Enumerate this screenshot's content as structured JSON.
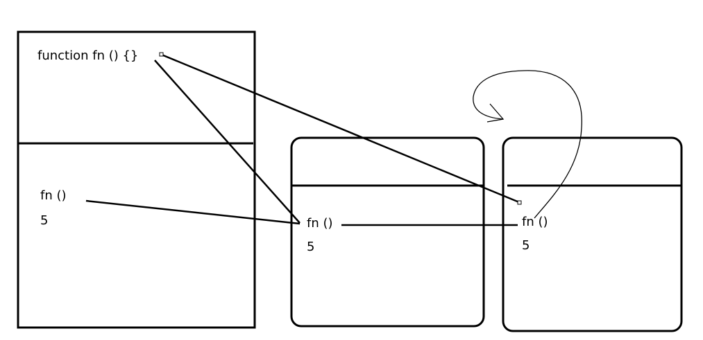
{
  "global_frame": {
    "declaration_text": "function fn  ()  {}",
    "call_text": "fn  ()",
    "value_text": "5"
  },
  "scope_frame_1": {
    "call_text": "fn  ()",
    "value_text": "5"
  },
  "scope_frame_2": {
    "call_text": "fn  ()",
    "value_text": "5"
  },
  "colors": {
    "stroke": "#000000",
    "background": "#ffffff"
  }
}
